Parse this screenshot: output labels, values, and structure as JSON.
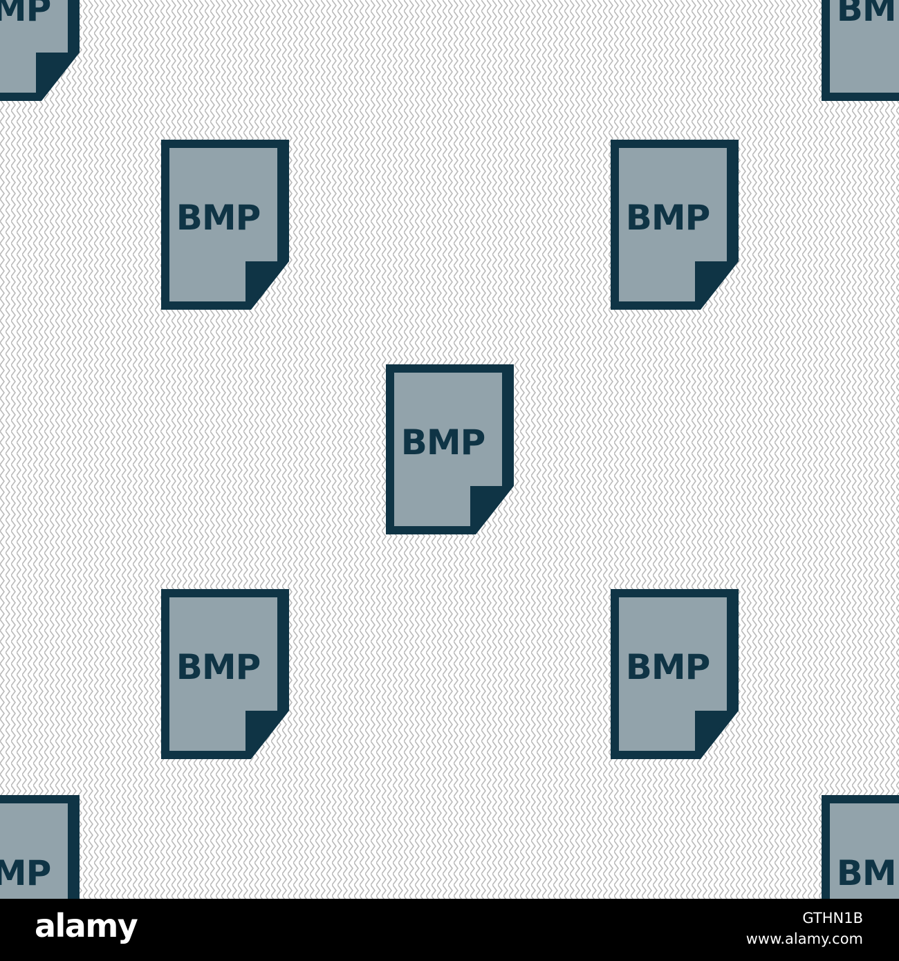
{
  "pattern": {
    "icon_name": "bmp-file-icon",
    "label": "BMP",
    "icon_color": "#0f3445",
    "background_color": "#ffffff",
    "stripe_color": "#b9b9b9"
  },
  "footer": {
    "logo": "alamy",
    "image_id": "GTHN1B",
    "url": "www.alamy.com",
    "background_color": "#000000"
  }
}
